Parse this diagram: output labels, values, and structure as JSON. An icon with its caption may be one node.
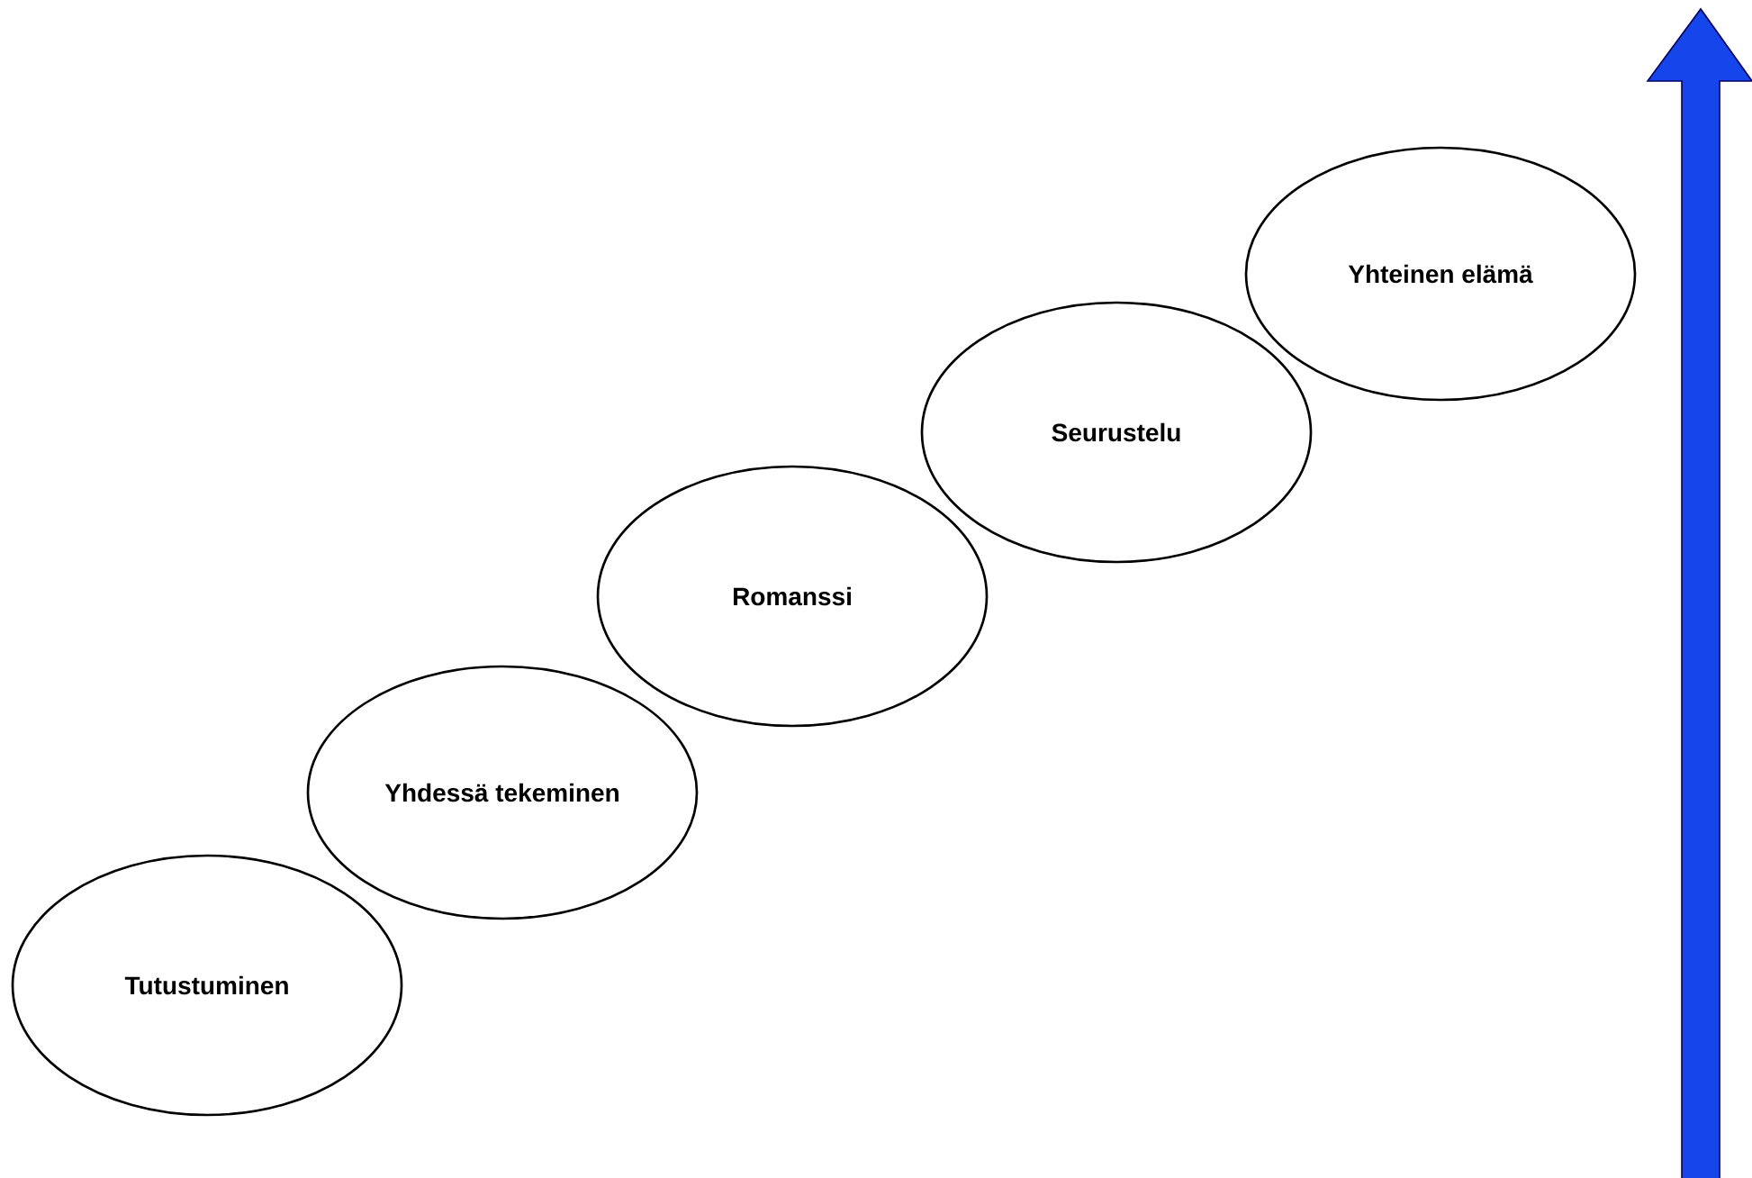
{
  "diagram": {
    "nodes": [
      {
        "text": [
          "Tutustuminen"
        ]
      },
      {
        "text": [
          "Yhdessä tekeminen"
        ]
      },
      {
        "text": [
          "Romanssi"
        ]
      },
      {
        "text": [
          "Seurustelu"
        ]
      },
      {
        "text": [
          "Yhteinen elämä"
        ]
      }
    ],
    "edges": []
  }
}
